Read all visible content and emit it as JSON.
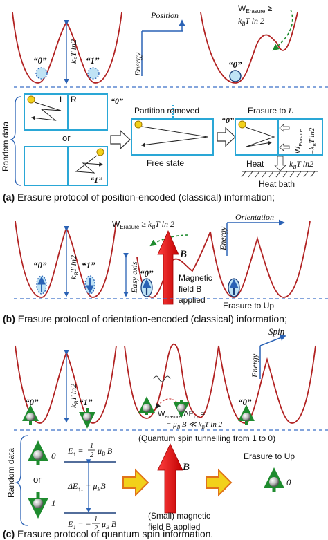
{
  "panel_a": {
    "label_zero": "“0”",
    "label_one": "“1”",
    "kbt_left": "k",
    "kbt_left_sub": "B",
    "kbt_left_rest": "T ln2",
    "position_axis": "Position",
    "energy_axis": "Energy",
    "w_erasure_line1": "W",
    "w_erasure_sub": "Erasure",
    "w_erasure_ge": "≥",
    "w_erasure_line2": "k",
    "w_erasure_line2_sub": "B",
    "w_erasure_line2_rest": "T ln 2",
    "erased_label": "“0”",
    "random_data": "Random data",
    "box_L": "L",
    "box_R": "R",
    "box_zero": "“0”",
    "or_label": "or",
    "box_one": "“1”",
    "partition_removed": "Partition removed",
    "free_state": "Free state",
    "erasure_to": "Erasure to ",
    "erasure_to_L": "L",
    "erased_box_zero": "“0”",
    "w_erasure_vert": "W",
    "w_erasure_vert_sub": "Erasure",
    "w_erasure_vert_rest": "=k",
    "w_erasure_vert_sub2": "B",
    "w_erasure_vert_rest2": "T ln2",
    "heat": "Heat",
    "heat_kbt": "k",
    "heat_kbt_sub": "B",
    "heat_kbt_rest": "T ln2",
    "heat_bath": "Heat bath",
    "caption_letter": "(a)",
    "caption": " Erasure protocol of position-encoded (classical) information;"
  },
  "panel_b": {
    "label_zero": "“0”",
    "label_one": "“1”",
    "kbt": "k",
    "kbt_sub": "B",
    "kbt_rest": "T ln2",
    "easy_axis": "Easy axis",
    "w_erasure": "W",
    "w_erasure_sub": "Erasure",
    "w_erasure_rest": " ≥ k",
    "w_erasure_sub2": "B",
    "w_erasure_rest2": "T ln 2",
    "orientation_axis": "Orientation",
    "energy_axis": "Energy",
    "field_B": "B",
    "middle_zero": "“0”",
    "magnetic_line1": "Magnetic",
    "magnetic_line2": "field B",
    "magnetic_line3": "applied",
    "erasure_to_up": "Erasure to Up",
    "caption_letter": "(b)",
    "caption": " Erasure protocol of orientation-encoded (classical) information;"
  },
  "panel_c": {
    "spin_axis": "Spin",
    "energy_axis": "Energy",
    "label_zero": "“0”",
    "label_one": "“1”",
    "kbt": "k",
    "kbt_sub": "B",
    "kbt_rest": "T ln2",
    "right_zero": "“0”",
    "w_erasure": "W",
    "w_erasure_sub": "erasure",
    "delta_e": "ΔE",
    "delta_e_sub": "↑↓",
    "delta_e_eq": " =",
    "line2": "= μ",
    "line2_sub": "B",
    "line2_rest": " B ≪ k",
    "line2_sub2": "B",
    "line2_rest2": "T ln 2",
    "tunnelling": "(Quantum spin tunnelling from 1 to 0)",
    "random_data": "Random data",
    "state_zero": "0",
    "e_up": "E",
    "e_up_sub": "↑",
    "e_up_eq": " = ",
    "half": "1",
    "two": "2",
    "mu_b": "μ",
    "mu_b_sub": "B",
    "mu_b_rest": "B",
    "or_label": "or",
    "delta_label": "ΔE",
    "delta_label_sub": "↑↓",
    "delta_label_eq": " = μ",
    "delta_label_sub2": "B",
    "delta_label_rest": "B",
    "state_one": "1",
    "e_down": "E",
    "e_down_sub": "↓",
    "e_down_eq": " = −",
    "field_B": "B",
    "small_line1": "(Small) magnetic",
    "small_line2": "field B applied",
    "erasure_to_up": "Erasure to Up",
    "final_zero": "0",
    "caption_letter": "(c)",
    "caption": " Erasure protocol of quantum spin information."
  },
  "colors": {
    "well": "#b22222",
    "box": "#2aa7d6",
    "dash": "#3a6fc8",
    "axis": "#2a62b5",
    "green": "#1e8b2e",
    "red_arrow": "#e00000",
    "yellow": "#f2d11a"
  }
}
